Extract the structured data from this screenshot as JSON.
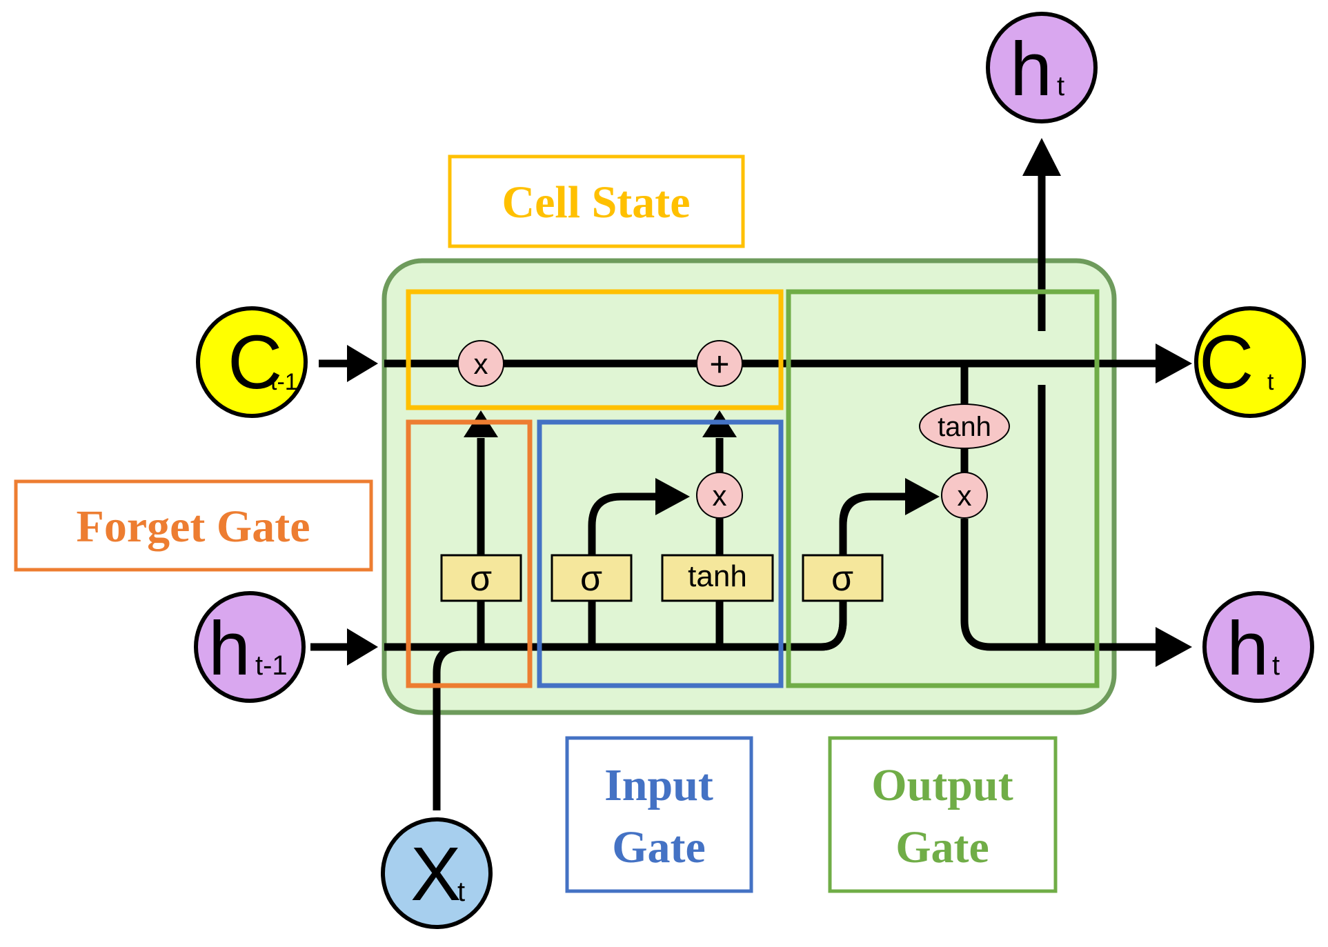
{
  "labels": {
    "cell_state": "Cell State",
    "forget_gate": "Forget Gate",
    "input_gate_line1": "Input",
    "input_gate_line2": "Gate",
    "output_gate_line1": "Output",
    "output_gate_line2": "Gate"
  },
  "nodes": {
    "c_prev": {
      "main": "C",
      "sub": "t-1"
    },
    "h_prev": {
      "main": "h",
      "sub": "t-1"
    },
    "x_t": {
      "main": "X",
      "sub": "t"
    },
    "c_t": {
      "main": "C",
      "sub": "t"
    },
    "h_t_right": {
      "main": "h",
      "sub": "t"
    },
    "h_t_top": {
      "main": "h",
      "sub": "t"
    }
  },
  "operations": {
    "forget_multiply": "x",
    "cell_add": "+",
    "input_multiply": "x",
    "output_multiply": "x",
    "output_tanh": "tanh"
  },
  "layers": {
    "forget_sigma": "σ",
    "input_sigma": "σ",
    "input_tanh": "tanh",
    "output_sigma": "σ"
  },
  "colors": {
    "cell_state": "#ffc000",
    "forget_gate": "#ed7d31",
    "input_gate": "#4472c4",
    "output_gate": "#70ad47",
    "cell_background": "#e0f5d4",
    "cell_border": "#6e9b5c",
    "c_node": "#ffff00",
    "h_node": "#d9a7ef",
    "x_node": "#a7cfee",
    "op_circle": "#f7c7c7",
    "layer_box": "#f5e79c"
  }
}
